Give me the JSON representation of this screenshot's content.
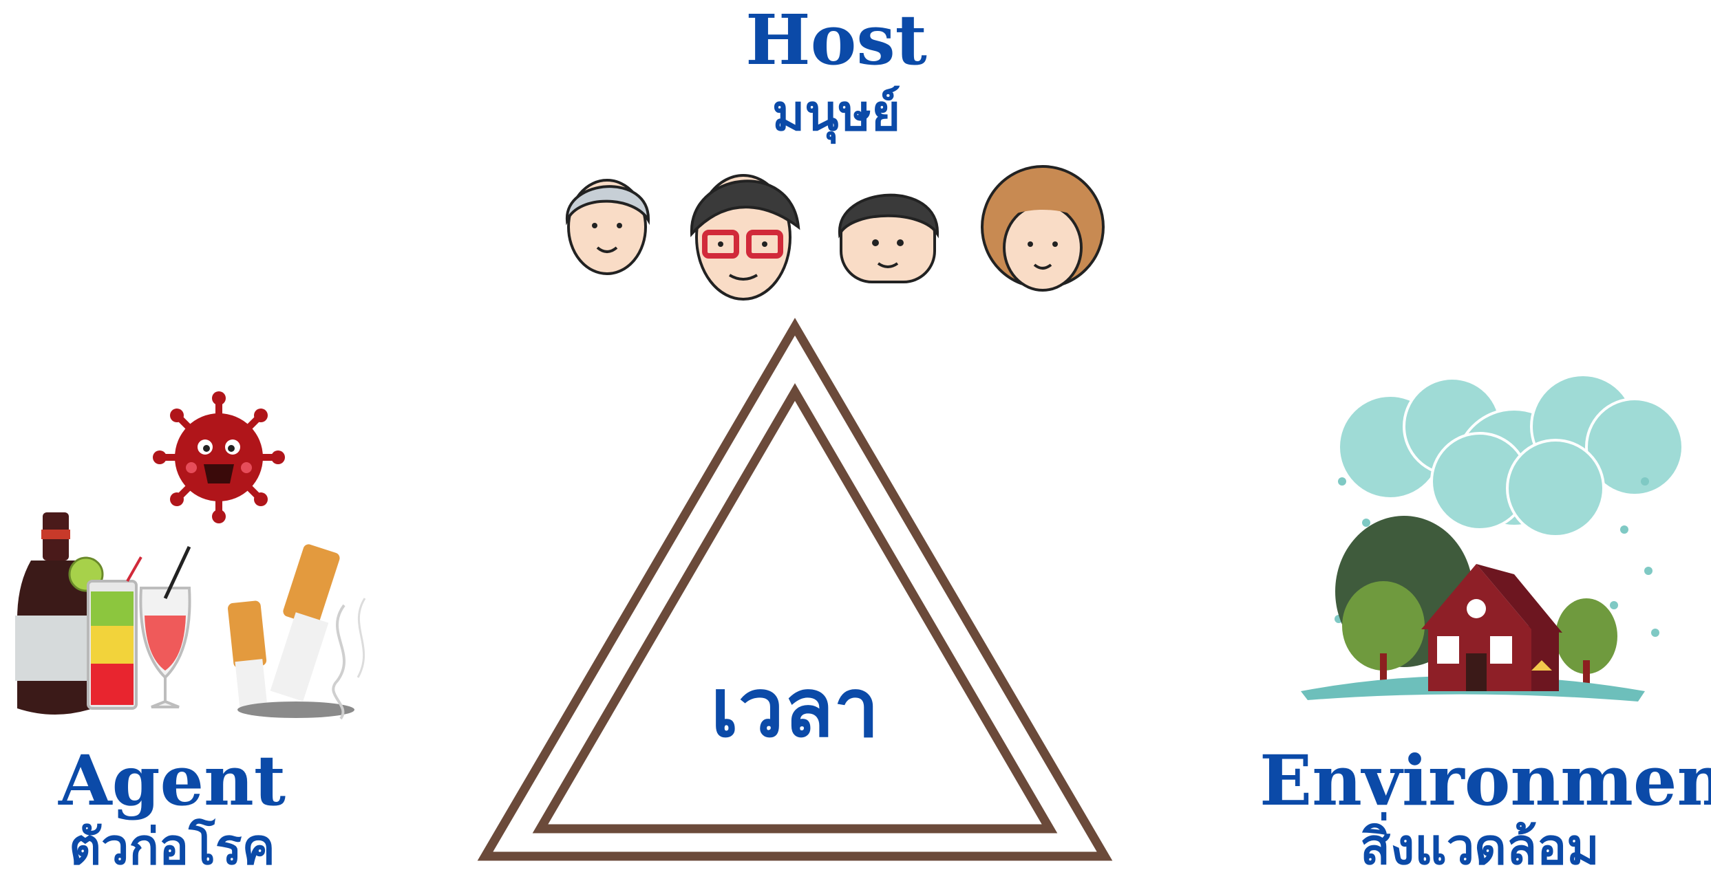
{
  "colors": {
    "title": "#0b4aa8",
    "triangle": "#6b4a3a",
    "cloud": "#9fdbd6",
    "virus": "#b0151a",
    "house": "#8e1f27"
  },
  "host": {
    "title": "Host",
    "subtitle": "มนุษย์",
    "icon": "people-faces-icon"
  },
  "agent": {
    "title": "Agent",
    "subtitle": "ตัวก่อโรค",
    "icons": [
      "virus-icon",
      "alcohol-bottle-icon",
      "cocktail-glass-icon",
      "cigarette-butts-icon"
    ]
  },
  "environment": {
    "title": "Environment",
    "subtitle": "สิ่งแวดล้อม",
    "icon": "rain-house-icon"
  },
  "center": {
    "label": "เวลา"
  }
}
